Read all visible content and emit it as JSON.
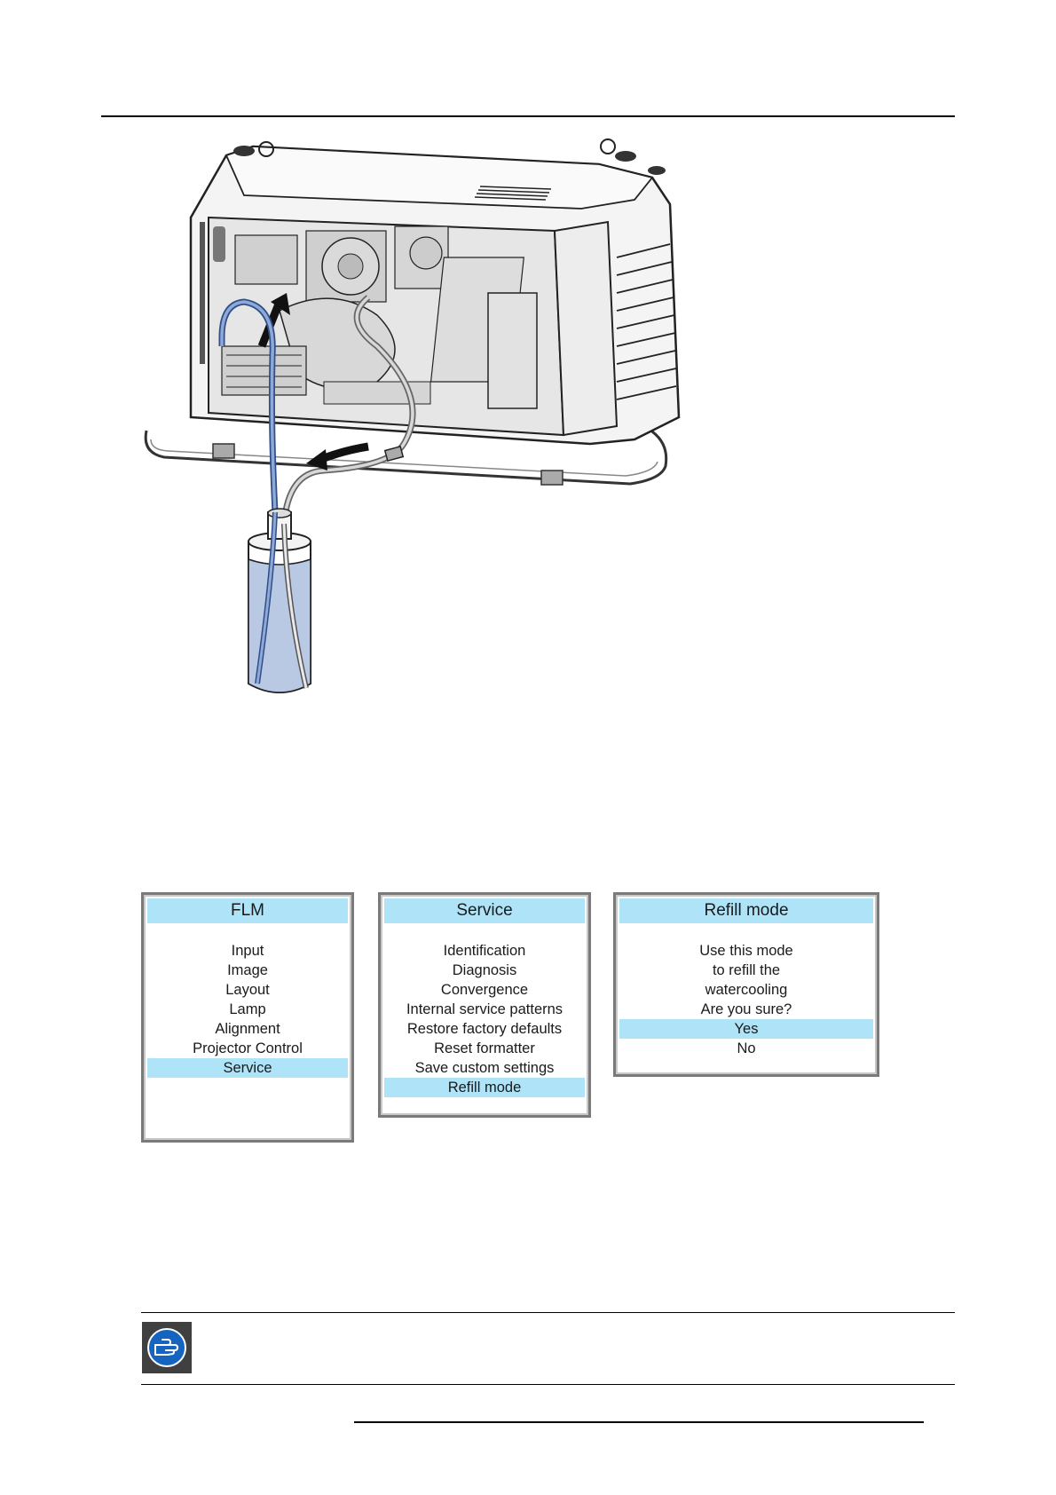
{
  "menus": {
    "flm": {
      "title": "FLM",
      "items": [
        "Input",
        "Image",
        "Layout",
        "Lamp",
        "Alignment",
        "Projector Control",
        "Service"
      ],
      "selected_index": 6
    },
    "service": {
      "title": "Service",
      "items": [
        "Identification",
        "Diagnosis",
        "Convergence",
        "Internal service patterns",
        "Restore factory defaults",
        "Reset formatter",
        "Save custom settings",
        "Refill mode"
      ],
      "selected_index": 7
    },
    "refill": {
      "title": "Refill mode",
      "items": [
        "Use this mode",
        "to refill the",
        "watercooling",
        "Are you sure?",
        "Yes",
        "No"
      ],
      "selected_index": 4
    }
  },
  "colors": {
    "highlight": "#aee3f8",
    "water": "#b9c9e3",
    "tube_blue": "#7f9fd0",
    "note_icon_blue": "#1565c0"
  },
  "icons": {
    "note": "pointing-hand-icon"
  }
}
